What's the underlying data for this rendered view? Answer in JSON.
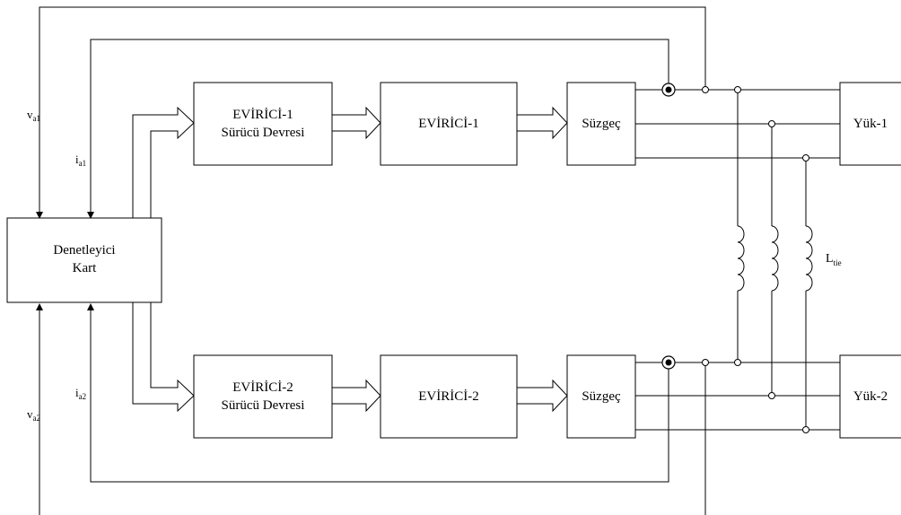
{
  "blocks": {
    "controller": {
      "line1": "Denetleyici",
      "line2": "Kart"
    },
    "driver1": {
      "line1": "EVİRİCİ-1",
      "line2": "Sürücü Devresi"
    },
    "inverter1": {
      "label": "EVİRİCİ-1"
    },
    "filter1": {
      "label": "Süzgeç"
    },
    "load1": {
      "label": "Yük-1"
    },
    "driver2": {
      "line1": "EVİRİCİ-2",
      "line2": "Sürücü Devresi"
    },
    "inverter2": {
      "label": "EVİRİCİ-2"
    },
    "filter2": {
      "label": "Süzgeç"
    },
    "load2": {
      "label": "Yük-2"
    }
  },
  "signals": {
    "va1": {
      "main": "v",
      "sub": "a1"
    },
    "ia1": {
      "main": "i",
      "sub": "a1"
    },
    "va2": {
      "main": "v",
      "sub": "a2"
    },
    "ia2": {
      "main": "i",
      "sub": "a2"
    }
  },
  "inductor": {
    "main": "L",
    "sub": "tie"
  }
}
